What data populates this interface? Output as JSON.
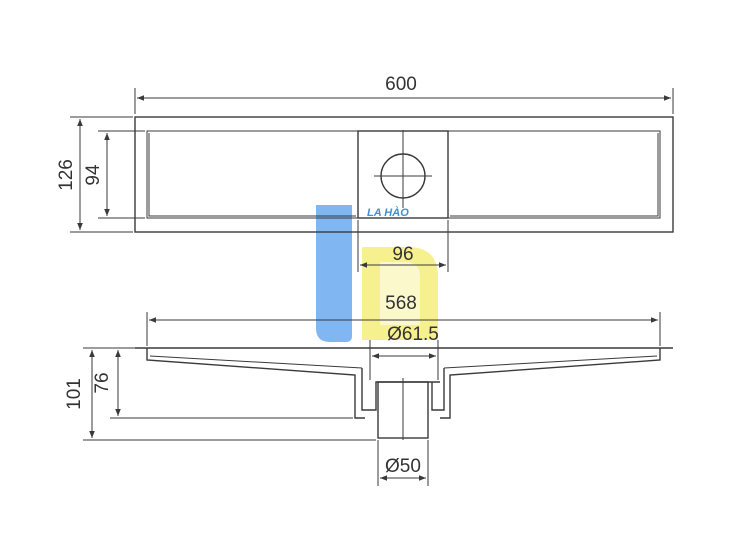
{
  "top_view": {
    "overall_length": "600",
    "overall_width": "126",
    "inner_width": "94",
    "drain_box_width": "96"
  },
  "side_view": {
    "inner_length": "568",
    "outlet_diameter_outer": "Ø61.5",
    "outlet_diameter_pipe": "Ø50",
    "total_height": "101",
    "body_height": "76"
  },
  "watermark": {
    "brand_text": "LA HÀO",
    "colors": {
      "blue": "#5b9fe6",
      "yellow": "#f3ec6a"
    }
  }
}
